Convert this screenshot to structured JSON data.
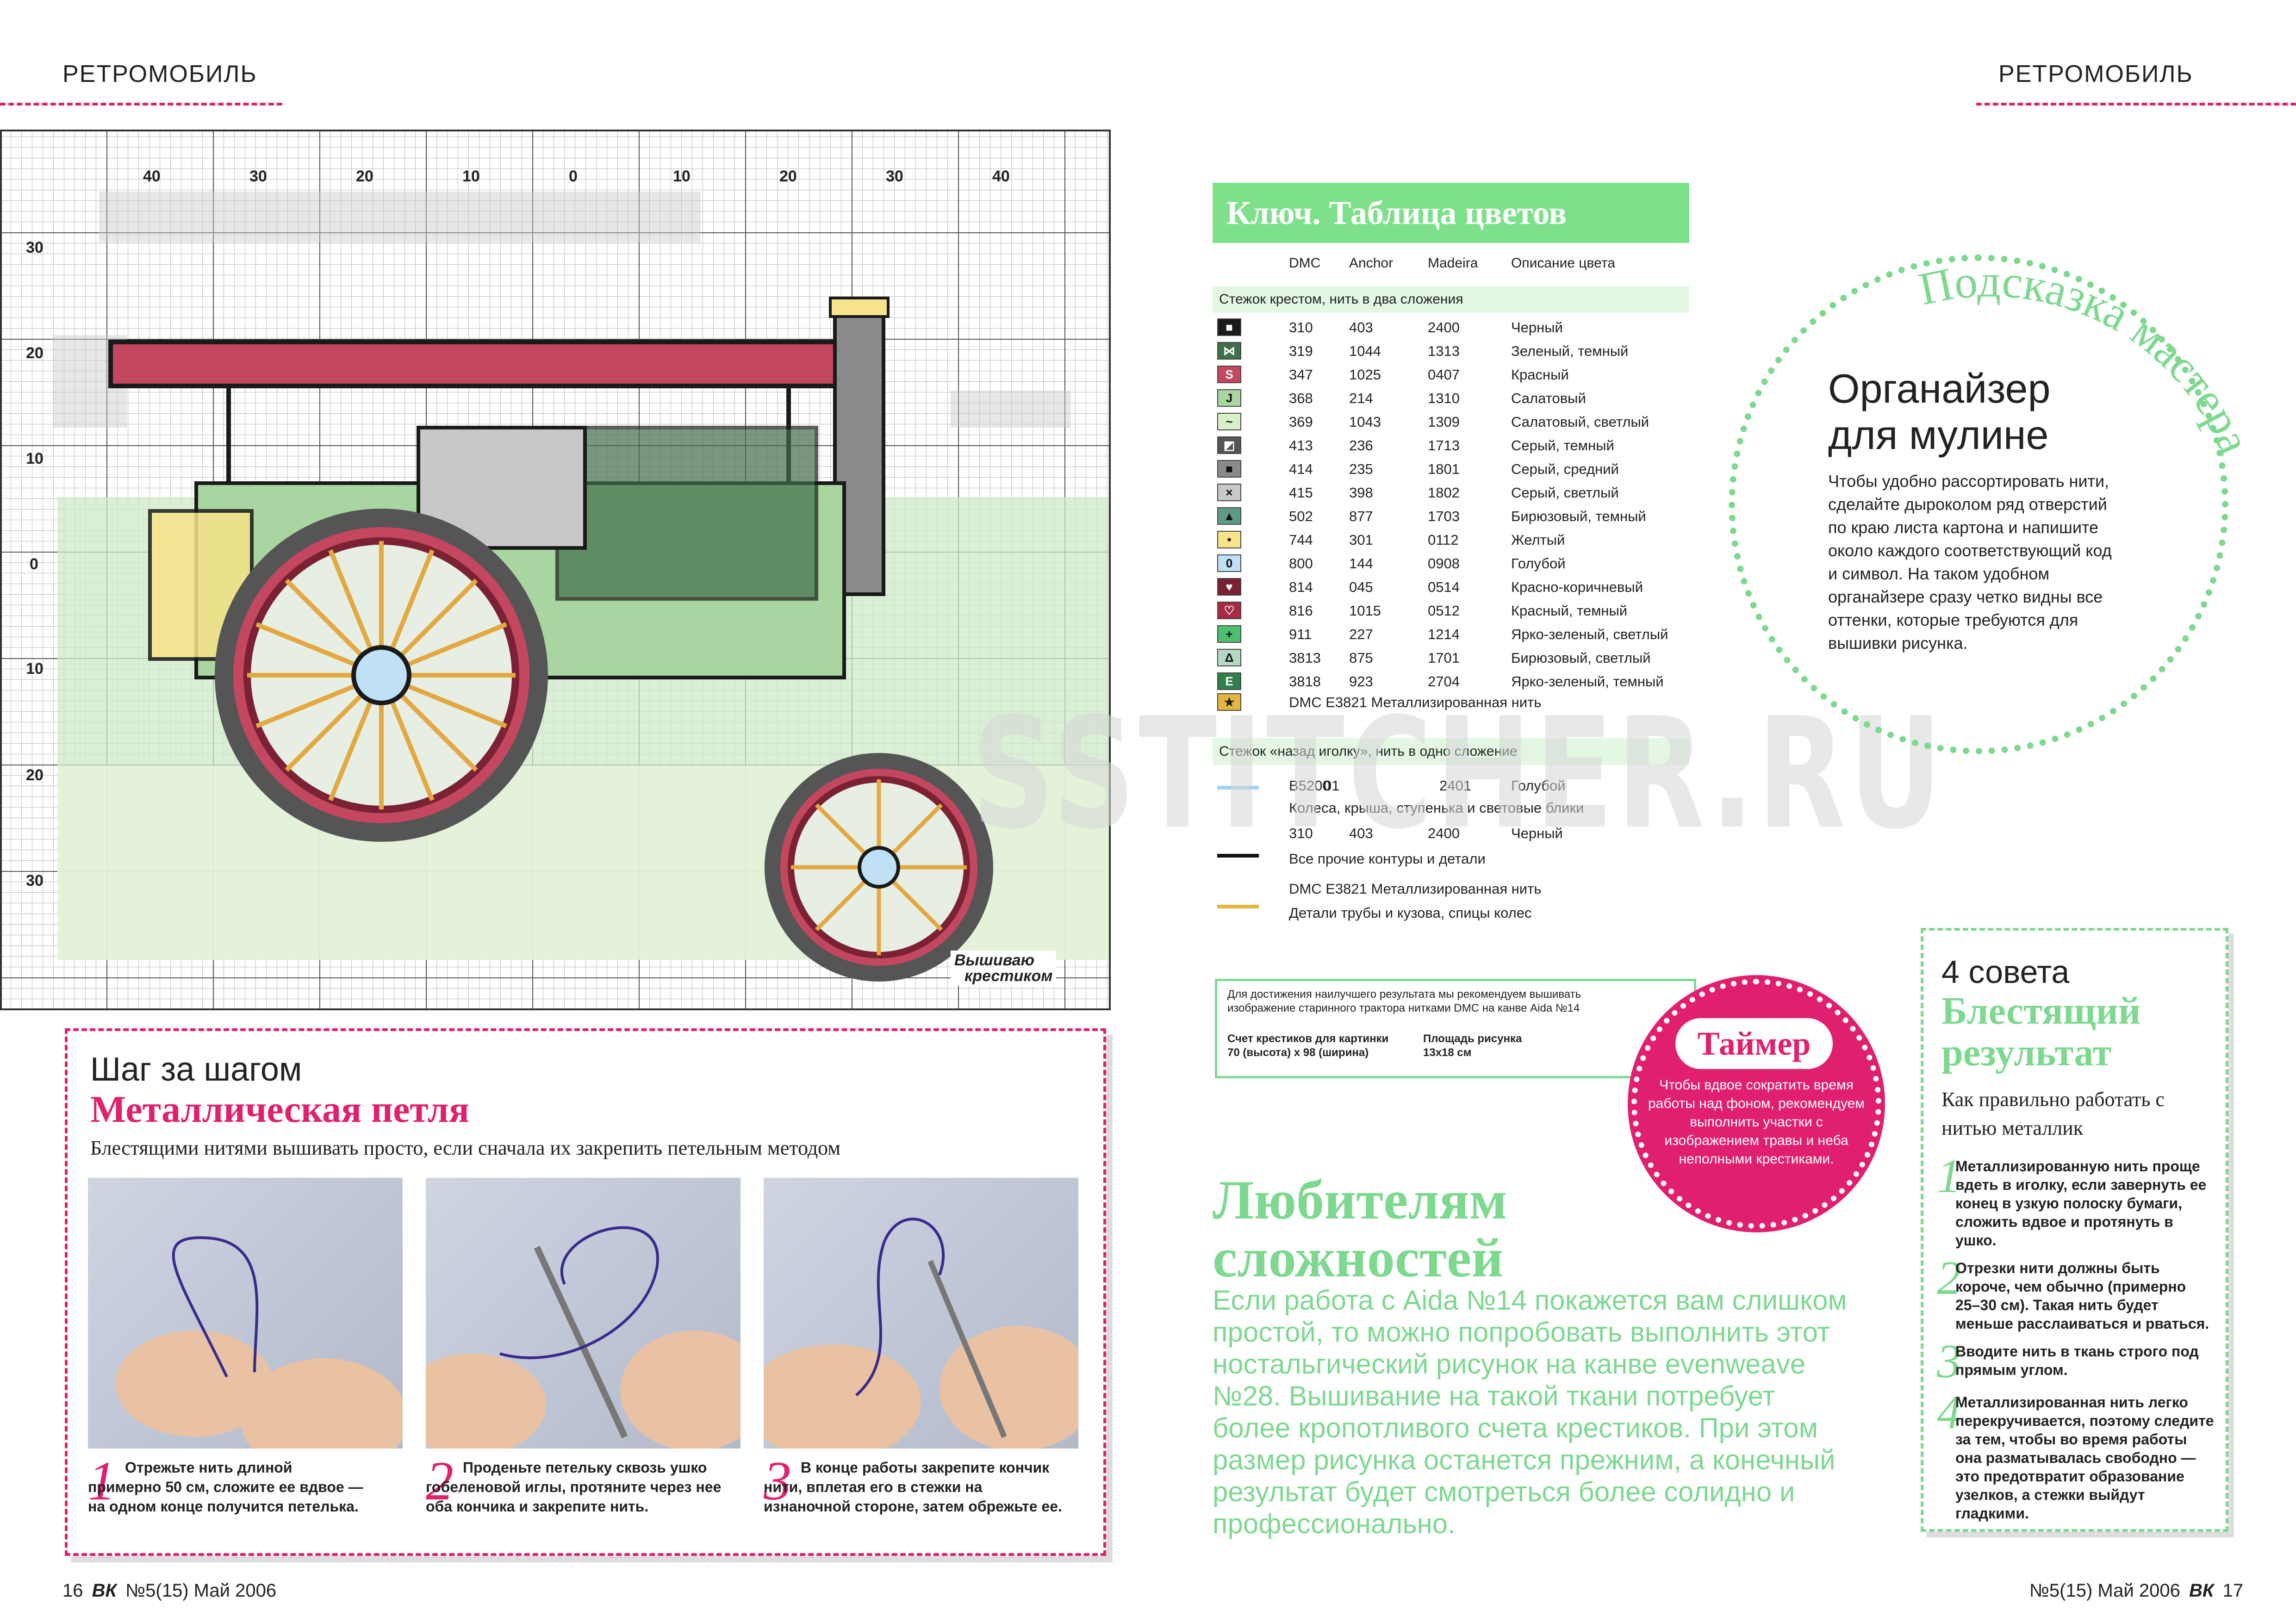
{
  "header": {
    "left": "РЕТРОМОБИЛЬ",
    "right": "РЕТРОМОБИЛЬ"
  },
  "chart": {
    "top_ticks": [
      "40",
      "30",
      "20",
      "10",
      "0",
      "10",
      "20",
      "30",
      "40"
    ],
    "left_ticks": [
      "30",
      "20",
      "10",
      "0",
      "10",
      "20",
      "30"
    ],
    "logo_line1": "Вышиваю",
    "logo_line2": "крестиком"
  },
  "key": {
    "title": "Ключ. Таблица цветов",
    "col_dmc": "DMC",
    "col_anchor": "Anchor",
    "col_madeira": "Madeira",
    "col_desc": "Описание цвета",
    "section_cross": "Стежок крестом, нить в два сложения",
    "rows": [
      {
        "dmc": "310",
        "anchor": "403",
        "madeira": "2400",
        "desc": "Черный",
        "color": "#1a1a1a",
        "sym": "■"
      },
      {
        "dmc": "319",
        "anchor": "1044",
        "madeira": "1313",
        "desc": "Зеленый, темный",
        "color": "#3f6f4b",
        "sym": "⋈"
      },
      {
        "dmc": "347",
        "anchor": "1025",
        "madeira": "0407",
        "desc": "Красный",
        "color": "#c2475f",
        "sym": "S"
      },
      {
        "dmc": "368",
        "anchor": "214",
        "madeira": "1310",
        "desc": "Салатовый",
        "color": "#a8d5a0",
        "sym": "J"
      },
      {
        "dmc": "369",
        "anchor": "1043",
        "madeira": "1309",
        "desc": "Салатовый, светлый",
        "color": "#d8f0c8",
        "sym": "~"
      },
      {
        "dmc": "413",
        "anchor": "236",
        "madeira": "1713",
        "desc": "Серый, темный",
        "color": "#555555",
        "sym": "◩"
      },
      {
        "dmc": "414",
        "anchor": "235",
        "madeira": "1801",
        "desc": "Серый, средний",
        "color": "#8a8a8a",
        "sym": "■"
      },
      {
        "dmc": "415",
        "anchor": "398",
        "madeira": "1802",
        "desc": "Серый, светлый",
        "color": "#c8c8c8",
        "sym": "×"
      },
      {
        "dmc": "502",
        "anchor": "877",
        "madeira": "1703",
        "desc": "Бирюзовый, темный",
        "color": "#5f9a84",
        "sym": "▲"
      },
      {
        "dmc": "744",
        "anchor": "301",
        "madeira": "0112",
        "desc": "Желтый",
        "color": "#f7e48a",
        "sym": "•"
      },
      {
        "dmc": "800",
        "anchor": "144",
        "madeira": "0908",
        "desc": "Голубой",
        "color": "#bfe0f5",
        "sym": "0"
      },
      {
        "dmc": "814",
        "anchor": "045",
        "madeira": "0514",
        "desc": "Красно-коричневый",
        "color": "#7a2234",
        "sym": "♥"
      },
      {
        "dmc": "816",
        "anchor": "1015",
        "madeira": "0512",
        "desc": "Красный, темный",
        "color": "#a62b42",
        "sym": "♡"
      },
      {
        "dmc": "911",
        "anchor": "227",
        "madeira": "1214",
        "desc": "Ярко-зеленый, светлый",
        "color": "#4fbf6f",
        "sym": "+"
      },
      {
        "dmc": "3813",
        "anchor": "875",
        "madeira": "1701",
        "desc": "Бирюзовый, светлый",
        "color": "#b5d8c5",
        "sym": "Δ"
      },
      {
        "dmc": "3818",
        "anchor": "923",
        "madeira": "2704",
        "desc": "Ярко-зеленый, темный",
        "color": "#2f8048",
        "sym": "E"
      }
    ],
    "metallic_row": "DMC E3821 Металлизированная нить",
    "section_back": "Стежок «назад иголку», нить в одно сложение",
    "back_rows": [
      {
        "line1_dmc": "B5200",
        "line1_anchor": "01",
        "line1_madeira": "2401",
        "line1_desc": "Голубой",
        "line2": "Колеса, крыша, ступенька и световые блики",
        "color": "#9fd4ef"
      },
      {
        "line1_dmc": "310",
        "line1_anchor": "403",
        "line1_madeira": "2400",
        "line1_desc": "Черный",
        "line2": "Все прочие контуры и детали",
        "color": "#111111"
      },
      {
        "line1": "DMC E3821 Металлизированная нить",
        "line2": "Детали трубы и кузова, спицы колес",
        "color": "#e3b640"
      }
    ]
  },
  "info_box": {
    "line1": "Для достижения наилучшего результата мы рекомендуем вышивать",
    "line2": "изображение старинного трактора нитками DMC на канве Aida №14",
    "count_label": "Счет крестиков для картинки",
    "count_value": "70 (высота) x 98 (ширина)",
    "area_label": "Площадь рисунка",
    "area_value": "13x18 см"
  },
  "tip_master": {
    "arc_text": "Подсказка мастера",
    "title_line1": "Органайзер",
    "title_line2": "для мулине",
    "body": "Чтобы удобно рассортировать нити, сделайте дыроколом ряд отверстий по краю листа картона и напишите около каждого соответствующий код и символ. На таком удобном органайзере сразу четко видны все оттенки, которые требуются для вышивки рисунка."
  },
  "timer": {
    "title": "Таймер",
    "body": "Чтобы вдвое сократить время работы над фоном, рекомендуем выполнить участки с изображением травы и неба неполными крестиками."
  },
  "lovers": {
    "title_line1": "Любителям",
    "title_line2": "сложностей",
    "body": "Если работа с Aida №14 покажется вам слишком простой, то можно попробовать выполнить этот ностальгический рисунок на канве evenweave №28. Вышивание на такой ткани потребует более кропотливого счета крестиков. При этом размер рисунка останется прежним, а конечный результат будет смотреться более солидно и профессионально."
  },
  "advice": {
    "count": "4 совета",
    "title_line1": "Блестящий",
    "title_line2": "результат",
    "subtitle": "Как правильно работать с нитью металлик",
    "items": [
      {
        "num": "1",
        "text": "Металлизированную нить проще вдеть в иголку, если завернуть ее конец в узкую полоску бумаги, сложить вдвое и протянуть в ушко."
      },
      {
        "num": "2",
        "text": "Отрезки нити должны быть короче, чем обычно (примерно 25–30 см). Такая нить будет меньше расслаиваться и рваться."
      },
      {
        "num": "3",
        "text": "Вводите нить в ткань строго под прямым углом."
      },
      {
        "num": "4",
        "text": "Металлизированная нить легко перекручивается, поэтому следите за тем, чтобы во время работы она разматывалась свободно — это предотвратит образование узелков, а стежки выйдут гладкими."
      }
    ]
  },
  "steps": {
    "kicker": "Шаг за шагом",
    "title": "Металлическая петля",
    "subtitle": "Блестящими нитями вышивать просто, если сначала их закрепить петельным методом",
    "items": [
      {
        "num": "1",
        "text": "Отрежьте нить длиной примерно 50 см, сложите ее вдвое — на одном конце получится петелька."
      },
      {
        "num": "2",
        "text": "Проденьте петельку сквозь ушко гобеленовой иглы, протяните через нее оба кончика и закрепите нить."
      },
      {
        "num": "3",
        "text": "В конце работы закрепите кончик нити, вплетая его в стежки на изнаночной стороне, затем обрежьте ее."
      }
    ]
  },
  "watermark": "SSTITCHER.RU",
  "footer": {
    "left_page": "16",
    "left_mag": "ВК",
    "left_issue": "№5(15) Май 2006",
    "right_issue": "№5(15) Май 2006",
    "right_mag": "ВК",
    "right_page": "17"
  },
  "colors": {
    "pink": "#e0206e",
    "green": "#7ed890",
    "key_green": "#7ee08a"
  }
}
